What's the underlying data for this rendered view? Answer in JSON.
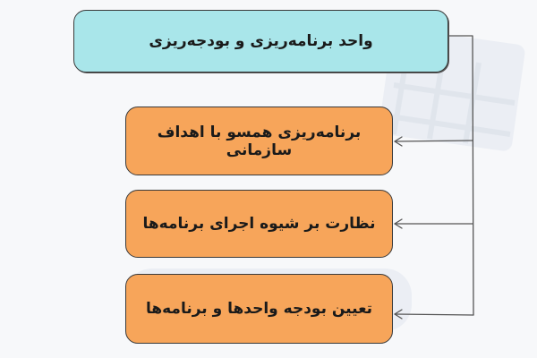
{
  "diagram": {
    "header": {
      "label": "واحد برنامه‌ریزی و بودجه‌ریزی"
    },
    "items": [
      {
        "label": "برنامه‌ریزی همسو با اهداف سازمانی"
      },
      {
        "label": "نظارت بر شیوه اجرای برنامه‌ها"
      },
      {
        "label": "تعیین بودجه واحدها و برنامه‌ها"
      }
    ]
  },
  "colors": {
    "header_fill": "#a9e6ea",
    "item_fill": "#f7a55a",
    "outline": "#3a3a3a",
    "background": "#f7f8fa"
  }
}
